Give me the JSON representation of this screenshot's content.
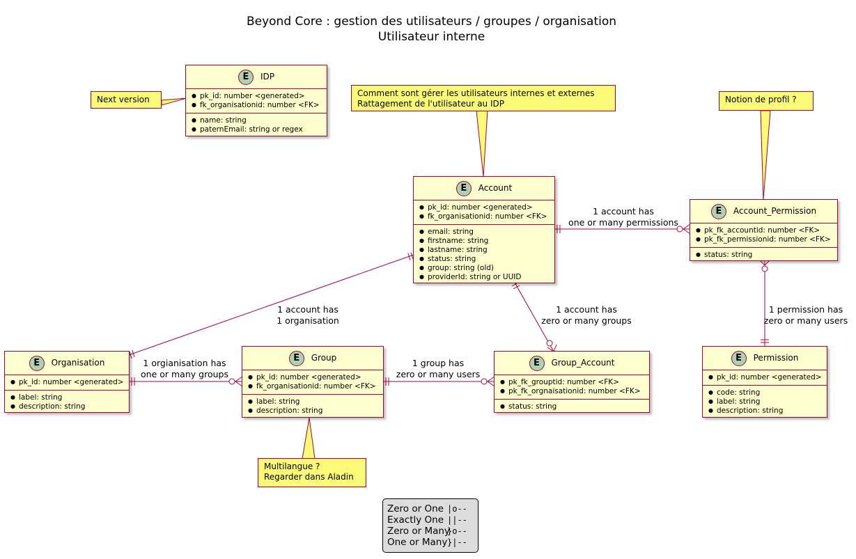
{
  "title": {
    "line1": "Beyond Core : gestion des utilisateurs / groupes / organisation",
    "line2": "Utilisateur interne"
  },
  "entities": {
    "idp": {
      "name": "IDP",
      "badge": "E",
      "keys": [
        "pk_id: number <generated>",
        "fk_organisationid: number <FK>"
      ],
      "attrs": [
        "name: string",
        "paternEmail: string or regex"
      ]
    },
    "account": {
      "name": "Account",
      "badge": "E",
      "keys": [
        "pk_id: number <generated>",
        "fk_organisationid: number <FK>"
      ],
      "attrs": [
        "email: string",
        "firstname: string",
        "lastname: string",
        "status: string",
        "group: string (old)",
        "providerId: string or UUID"
      ]
    },
    "account_permission": {
      "name": "Account_Permission",
      "badge": "E",
      "keys": [
        "pk_fk_accountid: number <FK>",
        "pk_fk_permissionid: number <FK>"
      ],
      "attrs": [
        "status: string"
      ]
    },
    "organisation": {
      "name": "Organisation",
      "badge": "E",
      "keys": [
        "pk_id: number <generated>"
      ],
      "attrs": [
        "label: string",
        "description: string"
      ]
    },
    "group": {
      "name": "Group",
      "badge": "E",
      "keys": [
        "pk_id: number <generated>",
        "fk_organisationid: number <FK>"
      ],
      "attrs": [
        "label: string",
        "description: string"
      ]
    },
    "group_account": {
      "name": "Group_Account",
      "badge": "E",
      "keys": [
        "pk_fk_grouptid: number <FK>",
        "pk_fk_orgnaisationid: number <FK>"
      ],
      "attrs": [
        "status: string"
      ]
    },
    "permission": {
      "name": "Permission",
      "badge": "E",
      "keys": [
        "pk_id: number <generated>"
      ],
      "attrs": [
        "code: string",
        "label: string",
        "description: string"
      ]
    }
  },
  "notes": {
    "next_version": "Next version",
    "account_note": [
      "Comment sont gérer les utilisateurs internes et externes",
      "Rattagement de l'utilisateur au IDP"
    ],
    "profil": "Notion de profil ?",
    "multilangue": [
      "Multilangue ?",
      "Regarder dans Aladin"
    ]
  },
  "relations": {
    "account_permission": [
      "1 account has",
      "one or many permissions"
    ],
    "permission_users": [
      "1 permission has",
      "zero or many users"
    ],
    "account_organisation": [
      "1 account has",
      "1 organisation"
    ],
    "account_groups": [
      "1 account has",
      "zero or many groups"
    ],
    "organisation_groups": [
      "1 orgianisation has",
      "one or many groups"
    ],
    "group_users": [
      "1 group has",
      "zero or many users"
    ]
  },
  "legend": [
    {
      "label": "Zero or One",
      "symbol": "|o--"
    },
    {
      "label": "Exactly One",
      "symbol": "||--"
    },
    {
      "label": "Zero or Many",
      "symbol": "}o--"
    },
    {
      "label": "One or Many",
      "symbol": "}|--"
    }
  ],
  "colors": {
    "entity_fill": "#FEFECE",
    "border": "#A80036",
    "badge": "#ADD1B2",
    "note_fill": "#FBFB77",
    "legend_fill": "#DDDDDD"
  }
}
